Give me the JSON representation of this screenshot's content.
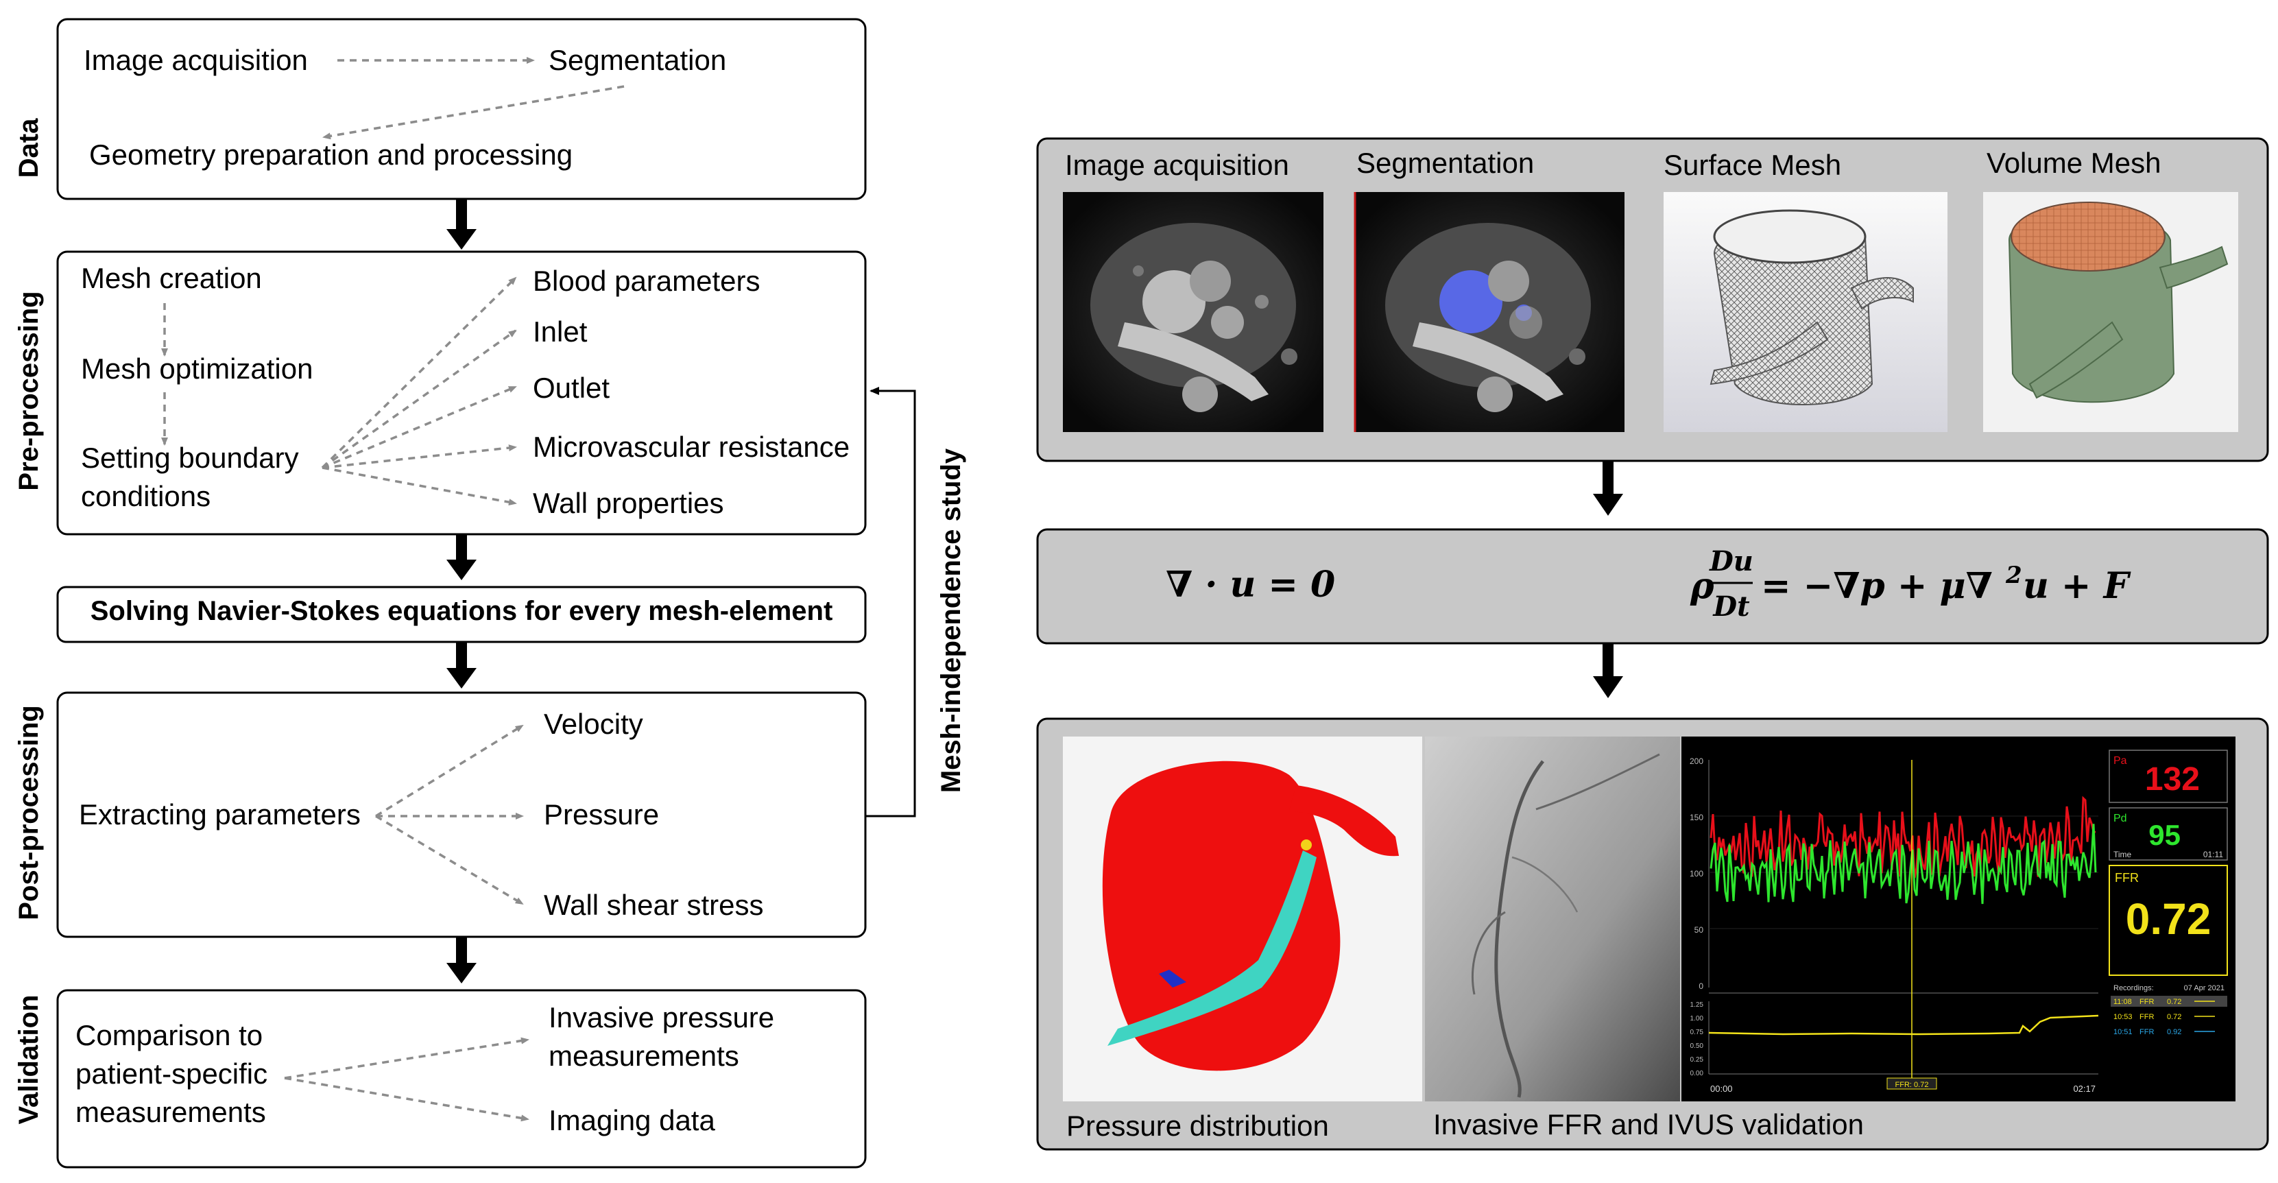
{
  "stages": {
    "data": "Data",
    "preprocessing": "Pre-processing",
    "postprocessing": "Post-processing",
    "validation": "Validation"
  },
  "loop_label": "Mesh-independence study",
  "data_box": {
    "image_acquisition": "Image acquisition",
    "segmentation": "Segmentation",
    "geometry": "Geometry preparation and processing"
  },
  "preprocessing_box": {
    "mesh_creation": "Mesh creation",
    "mesh_optimization": "Mesh optimization",
    "setting_bc_line1": "Setting boundary",
    "setting_bc_line2": "conditions",
    "outputs": [
      "Blood parameters",
      "Inlet",
      "Outlet",
      "Microvascular resistance",
      "Wall properties"
    ]
  },
  "solver_box": {
    "label": "Solving Navier-Stokes equations for every mesh-element"
  },
  "postprocessing_box": {
    "extracting": "Extracting parameters",
    "outputs": [
      "Velocity",
      "Pressure",
      "Wall shear stress"
    ]
  },
  "validation_box": {
    "comparison_lines": [
      "Comparison to",
      "patient-specific",
      "measurements"
    ],
    "invasive_lines": [
      "Invasive pressure",
      "measurements"
    ],
    "imaging": "Imaging data"
  },
  "pipeline": {
    "panel_labels": [
      "Image acquisition",
      "Segmentation",
      "Surface Mesh",
      "Volume Mesh"
    ],
    "equations": {
      "continuity": "∇ · u = 0",
      "rho": "ρ",
      "du": "Du",
      "dt": "Dt",
      "rhs": "= −∇p +  μ∇",
      "sup": "2",
      "rhs_end": "u + F"
    },
    "result_labels": {
      "pressure": "Pressure distribution",
      "ffr_ivus": "Invasive FFR and IVUS validation"
    },
    "monitor": {
      "y_ticks": [
        "200",
        "150",
        "100",
        "50",
        "0"
      ],
      "y2_ticks": [
        "1.25",
        "1.00",
        "0.75",
        "0.50",
        "0.25",
        "0.00"
      ],
      "x_ticks": [
        "00:00",
        "02:17"
      ],
      "cursor_label": "FFR: 0.72",
      "pa_label": "Pa",
      "pa_value": "132",
      "pd_label": "Pd",
      "pd_value": "95",
      "time_label": "Time",
      "time_value": "01:11",
      "ffr_label": "FFR",
      "ffr_value": "0.72",
      "recordings_label": "Recordings:",
      "recordings_date": "07 Apr 2021",
      "recordings": [
        {
          "time": "11:08",
          "tag": "FFR",
          "value": "0.72"
        },
        {
          "time": "10:53",
          "tag": "FFR",
          "value": "0.72"
        },
        {
          "time": "10:51",
          "tag": "FFR",
          "value": "0.92"
        }
      ],
      "colors": {
        "pa": "#e8101a",
        "pd": "#2ee62e",
        "ffr": "#f2e21a",
        "blue": "#2aa6e6"
      }
    }
  }
}
